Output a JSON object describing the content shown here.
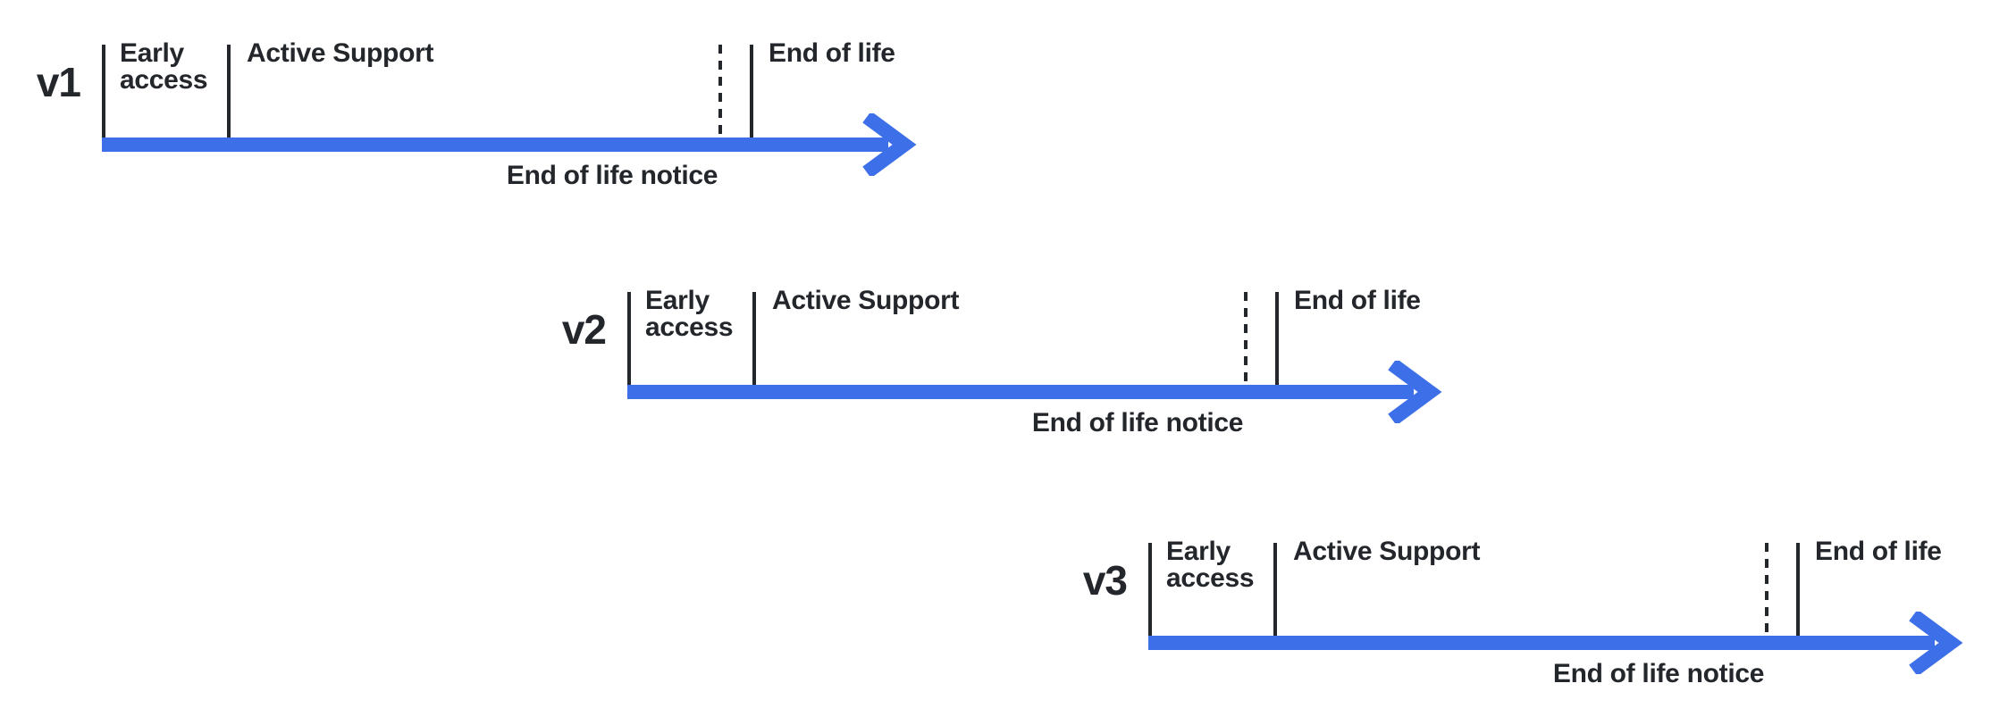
{
  "colors": {
    "accent_blue": "#3D6FE8",
    "ink": "#23262B",
    "background": "#FFFFFF"
  },
  "rows": [
    {
      "version": "v1",
      "early_access_label": "Early access",
      "active_support_label": "Active Support",
      "end_of_life_label": "End of life",
      "end_of_life_notice_label": "End of life notice"
    },
    {
      "version": "v2",
      "early_access_label": "Early access",
      "active_support_label": "Active Support",
      "end_of_life_label": "End of life",
      "end_of_life_notice_label": "End of life notice"
    },
    {
      "version": "v3",
      "early_access_label": "Early access",
      "active_support_label": "Active Support",
      "end_of_life_label": "End of life",
      "end_of_life_notice_label": "End of life notice"
    }
  ]
}
